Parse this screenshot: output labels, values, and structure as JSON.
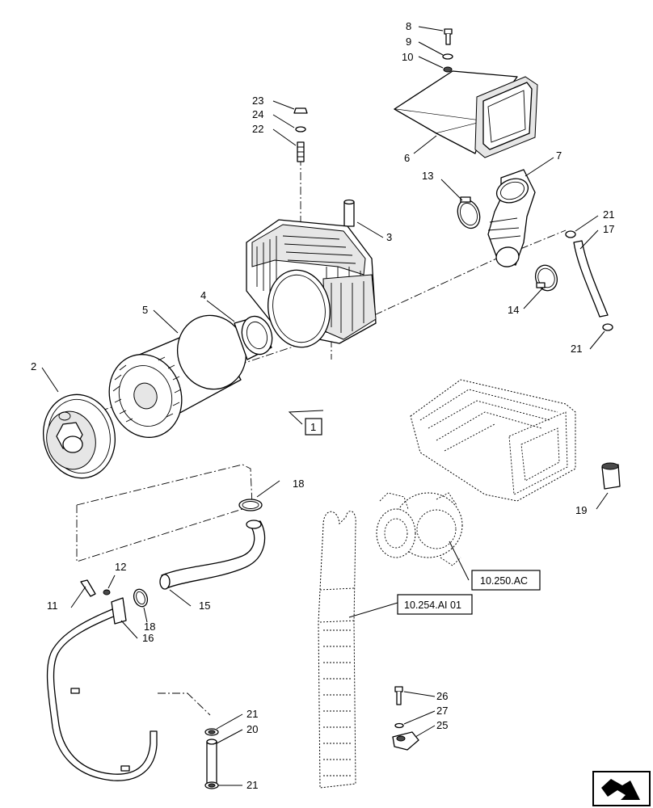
{
  "callouts": {
    "c1": "1",
    "c2": "2",
    "c3": "3",
    "c4": "4",
    "c5": "5",
    "c6": "6",
    "c7": "7",
    "c8": "8",
    "c9": "9",
    "c10": "10",
    "c11": "11",
    "c12": "12",
    "c13": "13",
    "c14": "14",
    "c15": "15",
    "c16": "16",
    "c17": "17",
    "c18a": "18",
    "c18b": "18",
    "c19": "19",
    "c20": "20",
    "c21a": "21",
    "c21b": "21",
    "c21c": "21",
    "c21d": "21",
    "c22": "22",
    "c23": "23",
    "c24": "24",
    "c25": "25",
    "c26": "26",
    "c27": "27"
  },
  "references": {
    "turbo_ref": "10.250.AC",
    "exhaust_ref": "10.254.AI 01"
  },
  "icons": {
    "navigation": "next-page-arrow-icon"
  }
}
